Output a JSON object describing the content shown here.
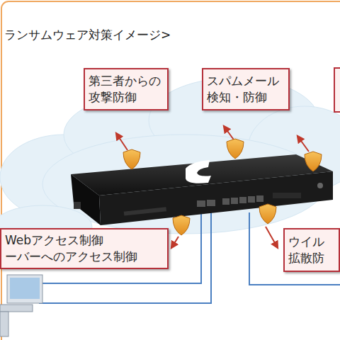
{
  "diagram": {
    "title": "ランサムウェア対策イメージ>",
    "nodes": [
      {
        "text": [
          "第三者からの 攻撃防御"
        ]
      },
      {
        "text": [
          "スパムメール 検知・防御"
        ]
      },
      {
        "text": [
          "Webアクセス制御 ーバーへのアクセス制御"
        ]
      },
      {
        "text": [
          "ウイル 拡散防"
        ]
      }
    ]
  }
}
